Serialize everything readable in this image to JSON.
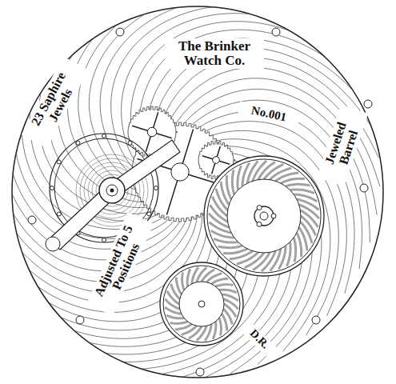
{
  "diagram": {
    "labels": [
      "The Brinker Watch Co.",
      "No.001",
      "23 Saphire Jewels",
      "Jeweled Barrel",
      "Adjusted To 5 Positions",
      "D.R."
    ]
  }
}
